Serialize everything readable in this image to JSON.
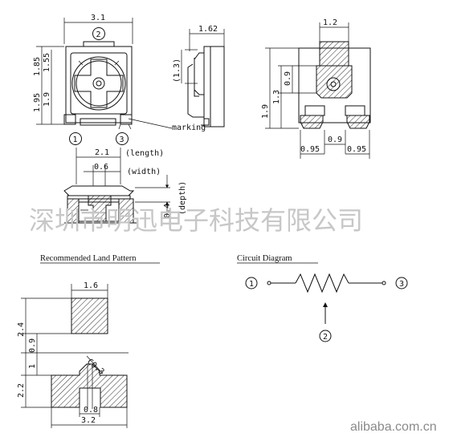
{
  "watermark": "深圳市明迅电子科技有限公司",
  "footer_site": "alibaba.com.cn",
  "pin_labels": {
    "p1": "1",
    "p2": "2",
    "p3": "3"
  },
  "callouts": {
    "marking": "marking",
    "length": "(length)",
    "width": "(width)",
    "depth": "(depth)"
  },
  "front_view": {
    "top_width": "3.1",
    "h_left_outer": "1.95",
    "h_left_inner": "1.9",
    "h_right_outer": "1.85",
    "h_right_inner": "1.55",
    "length": "2.1",
    "width": "0.6"
  },
  "side_view": {
    "top_width": "1.62",
    "offset": "(1.3)"
  },
  "back_view": {
    "top_width": "1.2",
    "h_outer": "1.9",
    "h_mid": "1.3",
    "h_inner": "0.9",
    "pad_gap": "0.9",
    "pad_left": "0.95",
    "pad_right": "0.95"
  },
  "section_view": {
    "depth": "0.4"
  },
  "land_pattern": {
    "title": "Recommended Land Pattern",
    "top_width": "1.6",
    "h_top": "2.4",
    "h_gap": "0.9",
    "h_mid": "1",
    "h_bottom": "2.2",
    "radius": "C0.3",
    "gap_bottom": "0.8",
    "total_width": "3.2"
  },
  "circuit": {
    "title": "Circuit Diagram"
  }
}
